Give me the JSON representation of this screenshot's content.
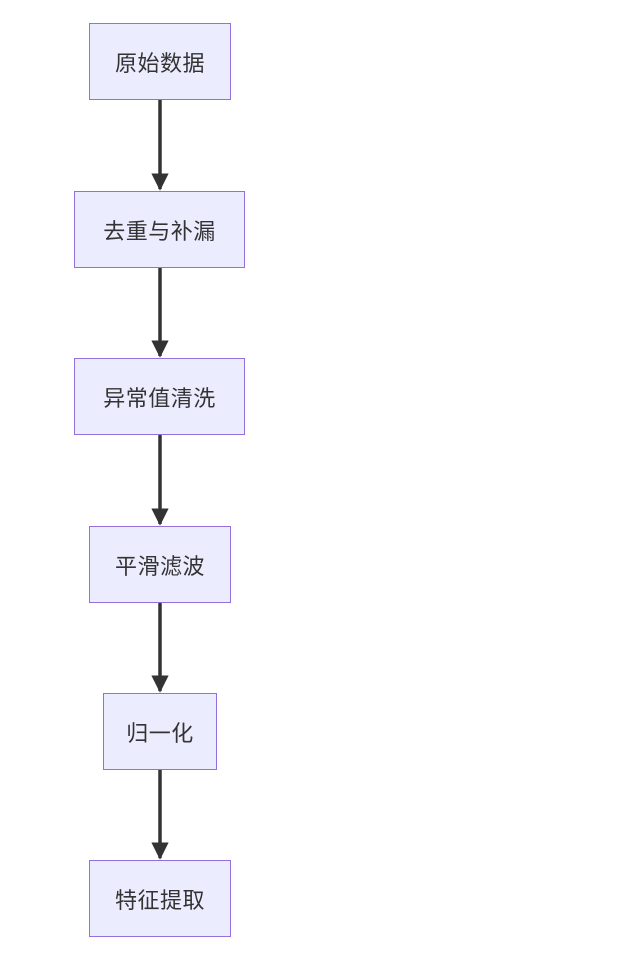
{
  "flowchart": {
    "nodes": [
      {
        "id": "raw",
        "label": "原始数据"
      },
      {
        "id": "dedup",
        "label": "去重与补漏"
      },
      {
        "id": "outlier",
        "label": "异常值清洗"
      },
      {
        "id": "smooth",
        "label": "平滑滤波"
      },
      {
        "id": "normalize",
        "label": "归一化"
      },
      {
        "id": "feature",
        "label": "特征提取"
      }
    ],
    "edges": [
      {
        "from": "raw",
        "to": "dedup"
      },
      {
        "from": "dedup",
        "to": "outlier"
      },
      {
        "from": "outlier",
        "to": "smooth"
      },
      {
        "from": "smooth",
        "to": "normalize"
      },
      {
        "from": "normalize",
        "to": "feature"
      }
    ],
    "colors": {
      "node_fill": "#ececff",
      "node_border": "#9370db",
      "text": "#333333",
      "edge": "#333333"
    }
  }
}
